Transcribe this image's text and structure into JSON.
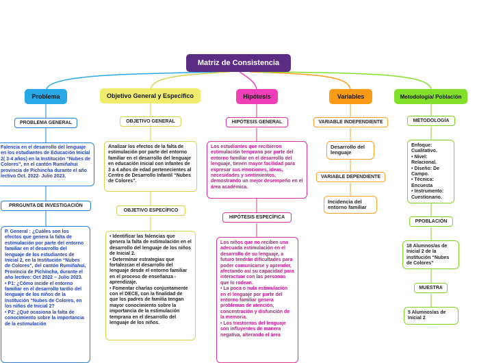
{
  "title": "Matriz de Consistencia",
  "colors": {
    "root": "#5b2c83",
    "problema": "#29a8e8",
    "objetivo": "#f0ec6e",
    "hipotesis": "#ee3fb8",
    "variables": "#fb9c19",
    "metodologia": "#82e02b"
  },
  "branches": {
    "problema": {
      "label": "Problema",
      "general_label": "PROBLEMA GENERAL",
      "general_text": "Falencia en el desarrollo del lenguaje en los estudiantes de Educación Inicial 2( 3-4 años) en la Institución “Nubes de Colores”, en el cantón Rumiñahui provincia de Pichincha durante el año lectivo Oct. 2022- Julio 2023.",
      "investigacion_label": "PRRGUNTA DE INVESTIGACIÓN",
      "investigacion_text": "P. General : ¿Cuáles son los efectos que genera la falta de estimulación por parte del entorno familiar en el desarrollo del lenguaje de los estudiantes de Inicial 2, en la Institución “Nubes de Colores”, del cantón Rumiñahui, Provincia de Pichincha, durante el año lectivo:  Oct 2022 – Julio 2023.\n• P1: ¿Cómo incide el entorno  familiar en el desarrollo tardío del lenguaje de los niños de la Institución “Nubes de Colores, en los niños de Inicial 2?\n• P2: ¿Qué ocasiona la falta de conocimiento sobre la importancia de la estimulación"
    },
    "objetivo": {
      "label": "Objetivo General y Especifico",
      "general_label": "OBJETIVO GENERAL",
      "general_text": "Analizar los efectos de la falta de estimulación por parte del entorno familiar en el desarrollo del lenguaje en educación inicial  con infantes de 3 a 4 años de edad pertenecientes al Centro de Desarrollo Infantil “Nubes de Colores”.",
      "especifico_label": "OBJETIVO ESPECÍFICO",
      "especifico_text": "• Identificar las falencias que genera la falta de estimulación en el desarrollo del lenguaje de los niños de Inicial 2.\n• Determinar estrategias que fortalezcan el desarrollo del lenguaje desde el entorno familiar en el proceso de enseñanza -aprendizaje.\n• Fomentar charlas conjuntamente con el DECE, con la finalidad de que los padres de familia tengan mayor conocimiento sobre la importancia de la estimulación temprana en el desarrollo del lenguaje de los niños."
    },
    "hipotesis": {
      "label": "Hipótesis",
      "general_label": "HIPÓTESIS GENERAL",
      "general_text": "Los estudiantes que recibieron estimulación temprana por parte del entorno familiar en el desarrollo del lenguaje, tienen mayor facilidad para expresar sus emociones, ideas, necesidades y sentimientos, demostrando un mejor desempeño en el área académica.",
      "especifica_label": "HIPÓTESIS ESPECÍFICA",
      "especifica_text": "Los niños que no reciben una adecuada estimulación en el desarrollo de su lenguaje, a futuro tendrán dificultades para poder comunicarse y aprender, afectando así su capacidad para interactuar con las personas que lo rodean.\n• La poca o nula estimulación en el lenguaje por parte del entorno familiar genera problemas de atención, concentración y disfunción de la memoria.\n• Los trastornos del lenguaje son influyentes de manera negativa, alterando el área"
    },
    "variables": {
      "label": "Variables",
      "independiente_label": "VARIABLE INDEPENDIENTE",
      "independiente_text": "Desarrollo del lenguaje",
      "dependiente_label": "VARIABLE DEPENDIENTE",
      "dependiente_text": "Incidencia del entorno familiar"
    },
    "metodologia": {
      "label": "Metodología/ Población",
      "metodologia_label": "METODOLOGÍA",
      "metodologia_text": "Enfoque: Cualitativo.\n• Nivel: Relacional.\n• Diseño: De Campo.\n• Técnica: Encuesta\n• Instrumento: Cuestionario.",
      "poblacion_label": "PPOBLACIÓN",
      "poblacion_text": "18 Alumnos/as de Inicial 2 de la institución “Nubes de Colores”",
      "muestra_label": "MUESTRA",
      "muestra_text": "5 Alumnos/as de Inicial 2"
    }
  }
}
